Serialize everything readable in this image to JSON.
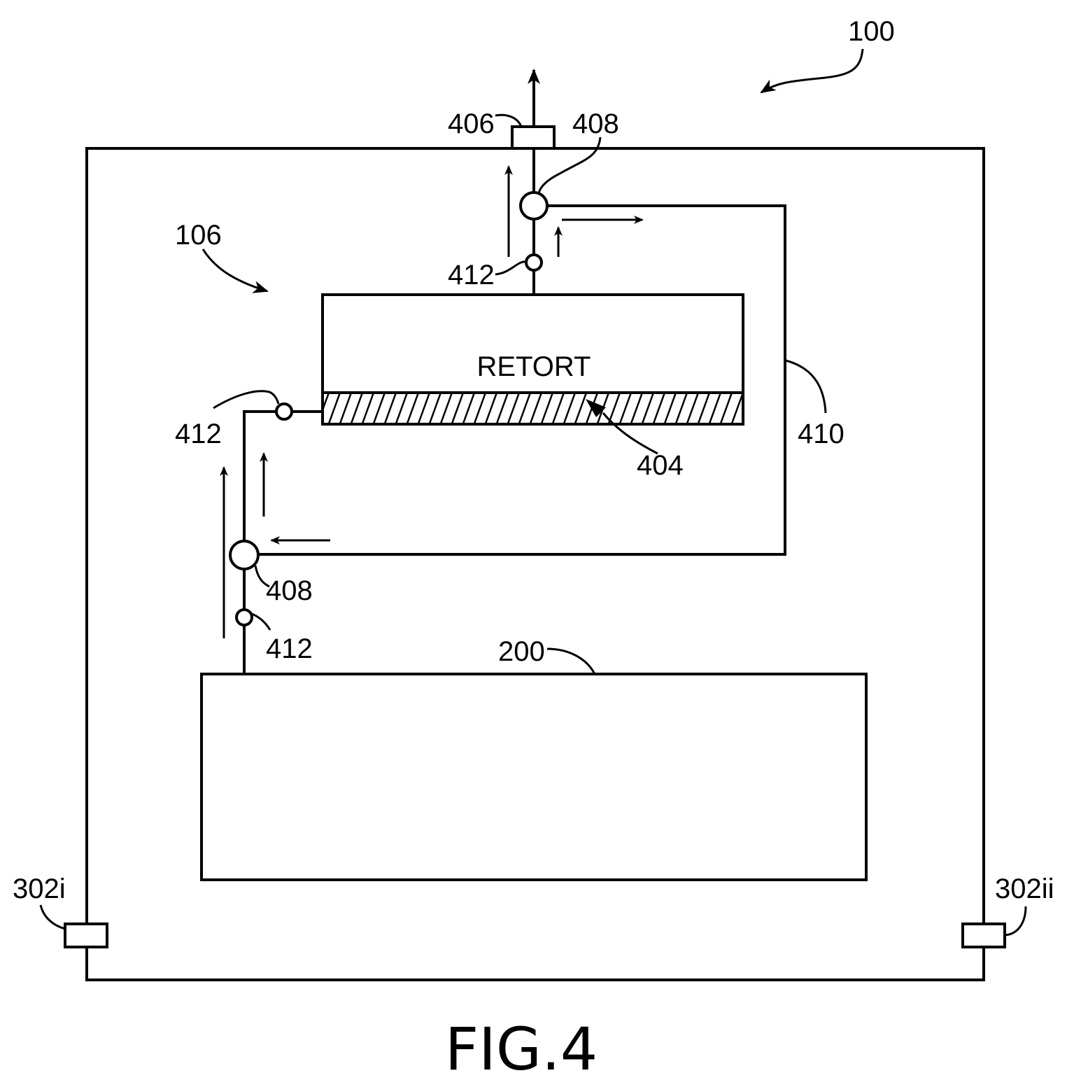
{
  "figure": {
    "caption": "FIG.4",
    "style": "patent line drawing",
    "colors": {
      "ink": "#000000",
      "paper": "#ffffff"
    }
  },
  "components": {
    "system": {
      "ref": "100"
    },
    "subsystem": {
      "ref": "106"
    },
    "retort": {
      "label": "RETORT",
      "lining_ref": "404"
    },
    "lower_unit": {
      "ref": "200"
    },
    "outlet": {
      "ref": "406"
    },
    "recirculation_line": {
      "ref": "410"
    },
    "valve_top": {
      "ref": "408"
    },
    "valve_bottom": {
      "ref": "408"
    },
    "sensor_top": {
      "ref": "412"
    },
    "sensor_retort_inlet": {
      "ref": "412"
    },
    "sensor_bottom": {
      "ref": "412"
    },
    "port_left": {
      "ref": "302i"
    },
    "port_right": {
      "ref": "302ii"
    }
  }
}
